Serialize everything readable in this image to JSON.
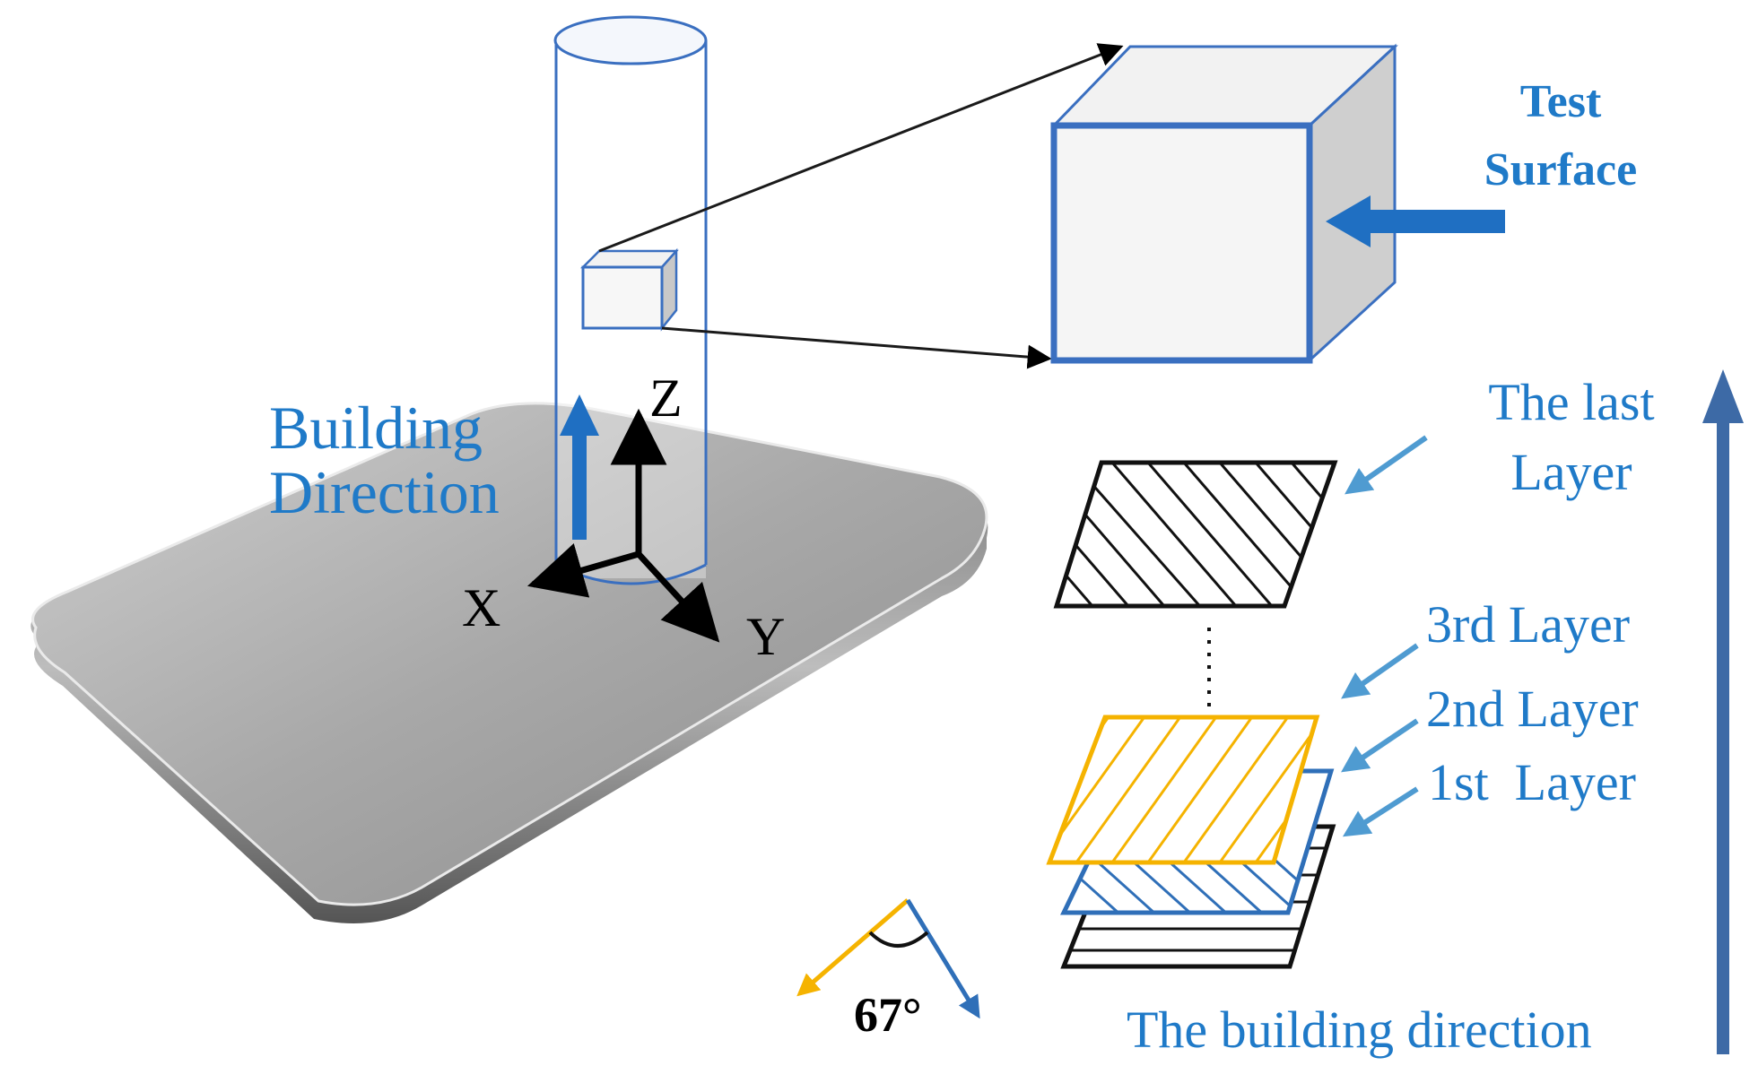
{
  "labels": {
    "test_surface_line1": "Test",
    "test_surface_line2": "Surface",
    "building_direction_line1": "Building",
    "building_direction_line2": "Direction",
    "axis_z": "Z",
    "axis_x": "X",
    "axis_y": "Y",
    "last_layer_line1": "The last",
    "last_layer_line2": "Layer",
    "layer_3": "3rd Layer",
    "layer_2": "2nd Layer",
    "layer_1": "1st  Layer",
    "angle": "67°",
    "building_direction_bottom": "The building direction"
  },
  "colors": {
    "blue_text": "#1f7ac8",
    "arrow_dark_blue": "#3d6aa6",
    "arrow_light_blue": "#4f9bd1",
    "yellow_layer": "#f5b300",
    "blue_layer": "#2f6fb8",
    "cube_edge": "#3a6fc0",
    "platform_gray": "#9a9a9a"
  }
}
